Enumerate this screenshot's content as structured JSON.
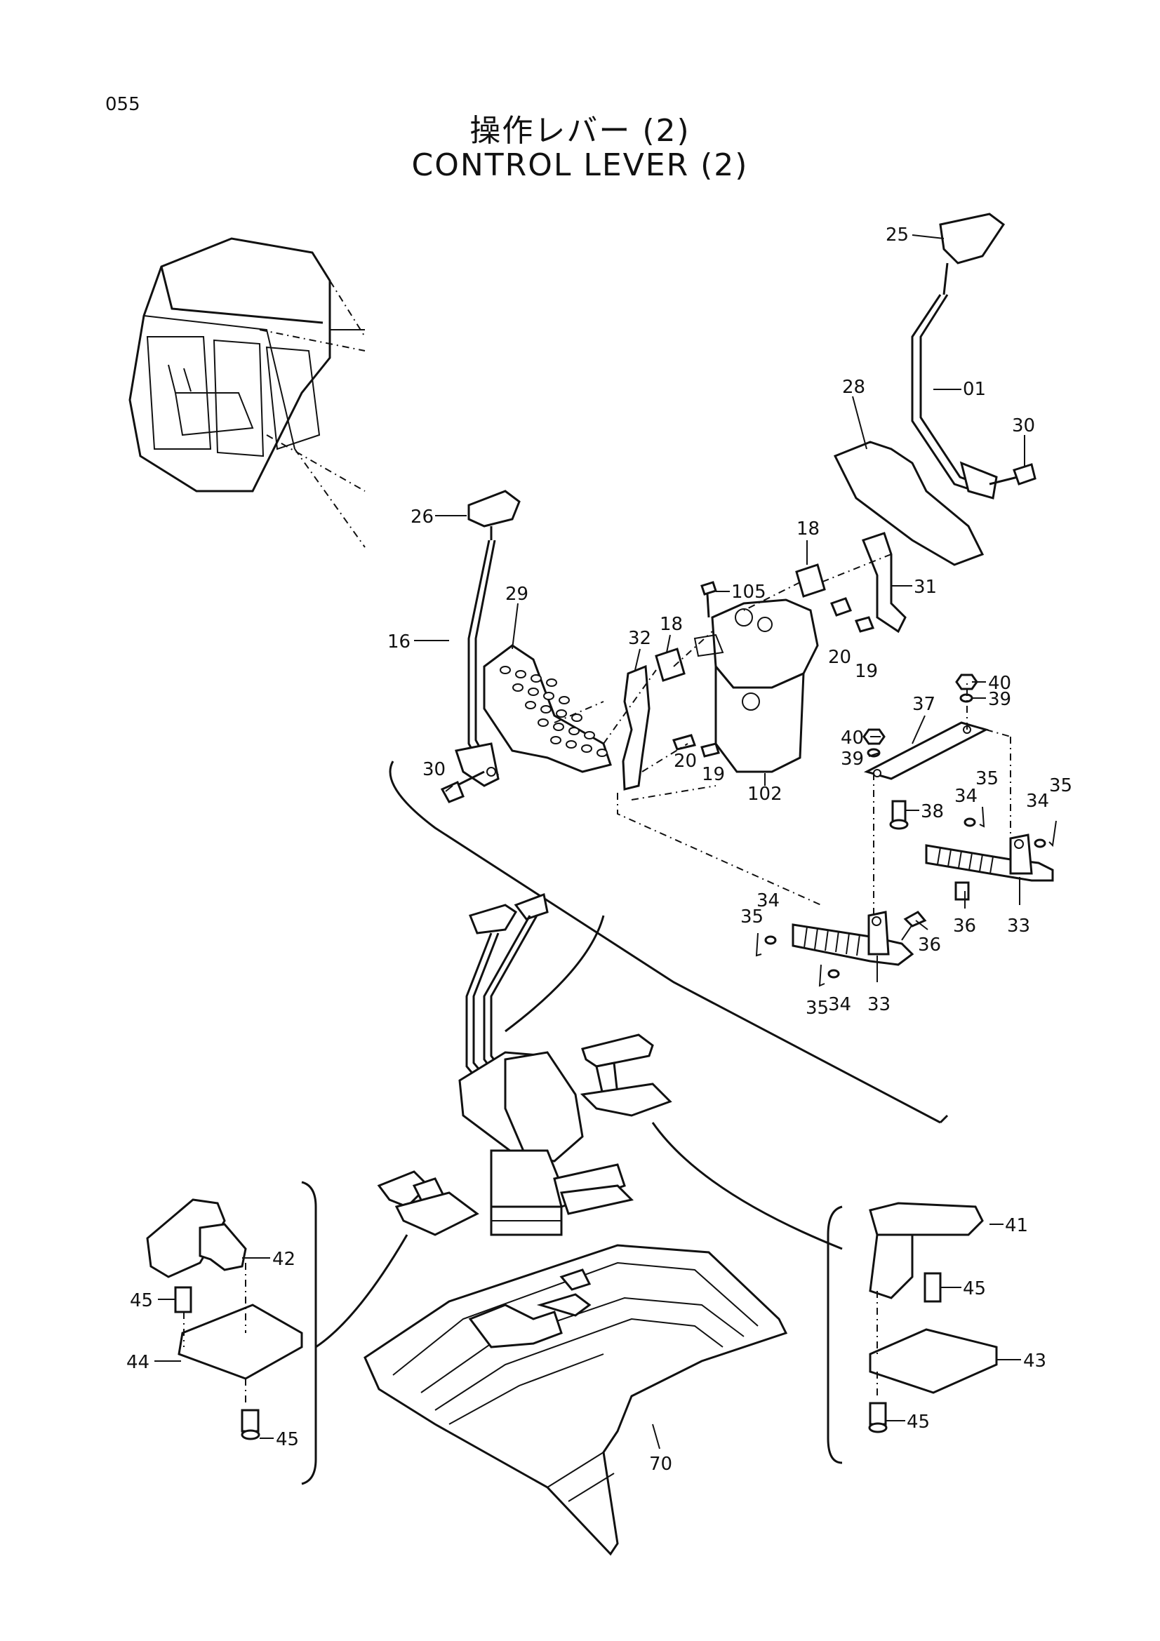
{
  "page_number": "055",
  "title_jp": "操作レバー (2)",
  "title_en": "CONTROL LEVER (2)",
  "callouts": [
    {
      "label": "25"
    },
    {
      "label": "01"
    },
    {
      "label": "30"
    },
    {
      "label": "28"
    },
    {
      "label": "26"
    },
    {
      "label": "18"
    },
    {
      "label": "31"
    },
    {
      "label": "105"
    },
    {
      "label": "29"
    },
    {
      "label": "32"
    },
    {
      "label": "18"
    },
    {
      "label": "16"
    },
    {
      "label": "20"
    },
    {
      "label": "19"
    },
    {
      "label": "40"
    },
    {
      "label": "39"
    },
    {
      "label": "37"
    },
    {
      "label": "20"
    },
    {
      "label": "19"
    },
    {
      "label": "40"
    },
    {
      "label": "39"
    },
    {
      "label": "30"
    },
    {
      "label": "102"
    },
    {
      "label": "35"
    },
    {
      "label": "34"
    },
    {
      "label": "35"
    },
    {
      "label": "34"
    },
    {
      "label": "38"
    },
    {
      "label": "36"
    },
    {
      "label": "33"
    },
    {
      "label": "34"
    },
    {
      "label": "35"
    },
    {
      "label": "36"
    },
    {
      "label": "35"
    },
    {
      "label": "34"
    },
    {
      "label": "33"
    },
    {
      "label": "41"
    },
    {
      "label": "42"
    },
    {
      "label": "45"
    },
    {
      "label": "45"
    },
    {
      "label": "44"
    },
    {
      "label": "43"
    },
    {
      "label": "45"
    },
    {
      "label": "45"
    },
    {
      "label": "70"
    }
  ]
}
